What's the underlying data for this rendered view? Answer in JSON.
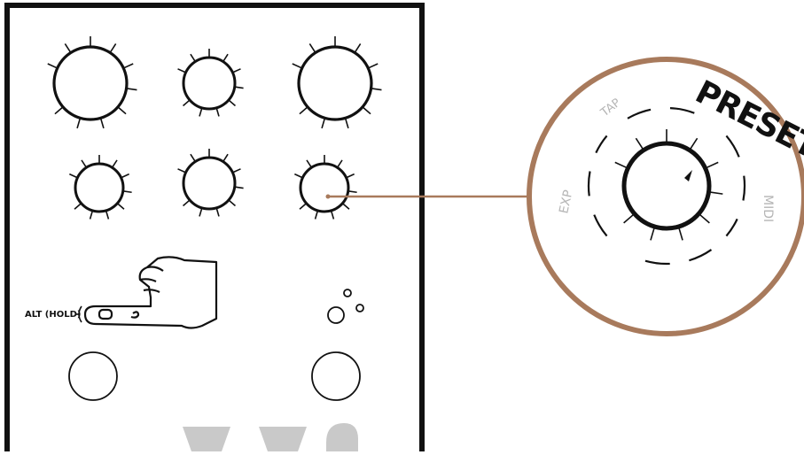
{
  "pedal": {
    "alt_label": "ALT (HOLD)"
  },
  "zoom": {
    "title": "PRESET",
    "label_tap": "TAP",
    "label_exp": "EXP",
    "label_midi": "MIDI"
  },
  "colors": {
    "line": "#111111",
    "accent": "#a87a5c",
    "muted": "#b5b5b5",
    "logo": "#c9c9c9"
  },
  "icons": [
    "pointing-hand-icon",
    "led-bubbles-icon"
  ]
}
